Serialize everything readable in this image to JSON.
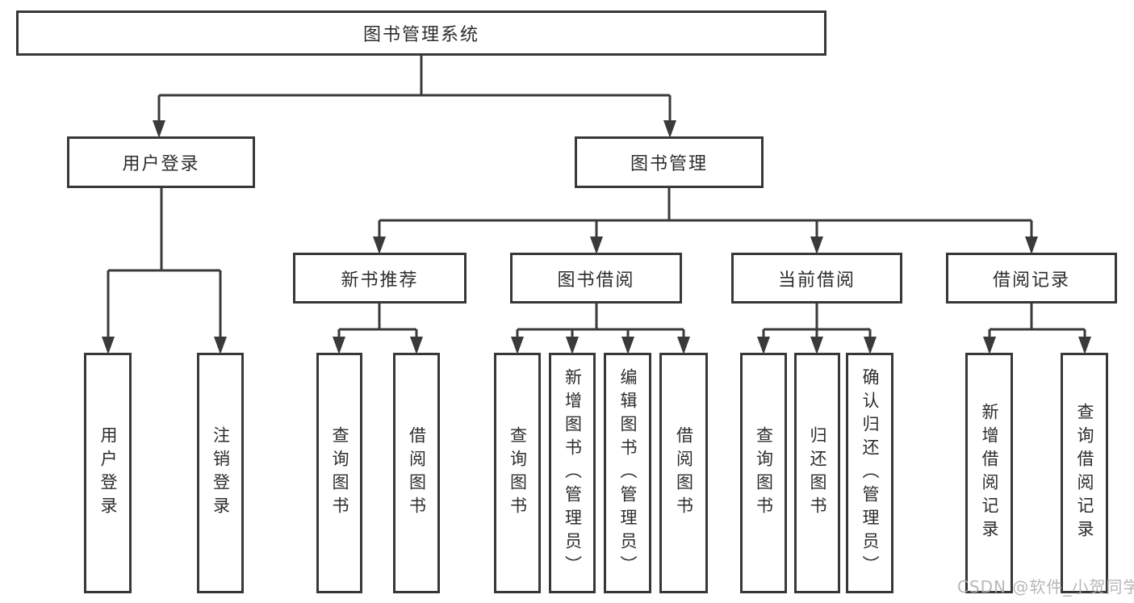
{
  "diagram": {
    "title": "图书管理系统",
    "root": {
      "label": "图书管理系统"
    },
    "level2": [
      {
        "label": "用户登录"
      },
      {
        "label": "图书管理"
      }
    ],
    "level3": [
      {
        "label": "新书推荐"
      },
      {
        "label": "图书借阅"
      },
      {
        "label": "当前借阅"
      },
      {
        "label": "借阅记录"
      }
    ],
    "level4_groups": [
      {
        "parent": "用户登录",
        "children": [
          "用户登录",
          "注销登录"
        ]
      },
      {
        "parent": "新书推荐",
        "children": [
          "查询图书",
          "借阅图书"
        ]
      },
      {
        "parent": "图书借阅",
        "children": [
          "查询图书",
          "新增图书（管理员）",
          "编辑图书（管理员）",
          "借阅图书"
        ]
      },
      {
        "parent": "当前借阅",
        "children": [
          "查询图书",
          "归还图书",
          "确认归还（管理员）"
        ]
      },
      {
        "parent": "借阅记录",
        "children": [
          "新增借阅记录",
          "查询借阅记录"
        ]
      }
    ]
  },
  "watermark": {
    "text": "CSDN @软件_小贺同学"
  },
  "colors": {
    "line": "#3a3a3a",
    "border": "#383838",
    "text": "#2d2d2d",
    "watermark": "#b0b0b0",
    "background": "#ffffff"
  }
}
